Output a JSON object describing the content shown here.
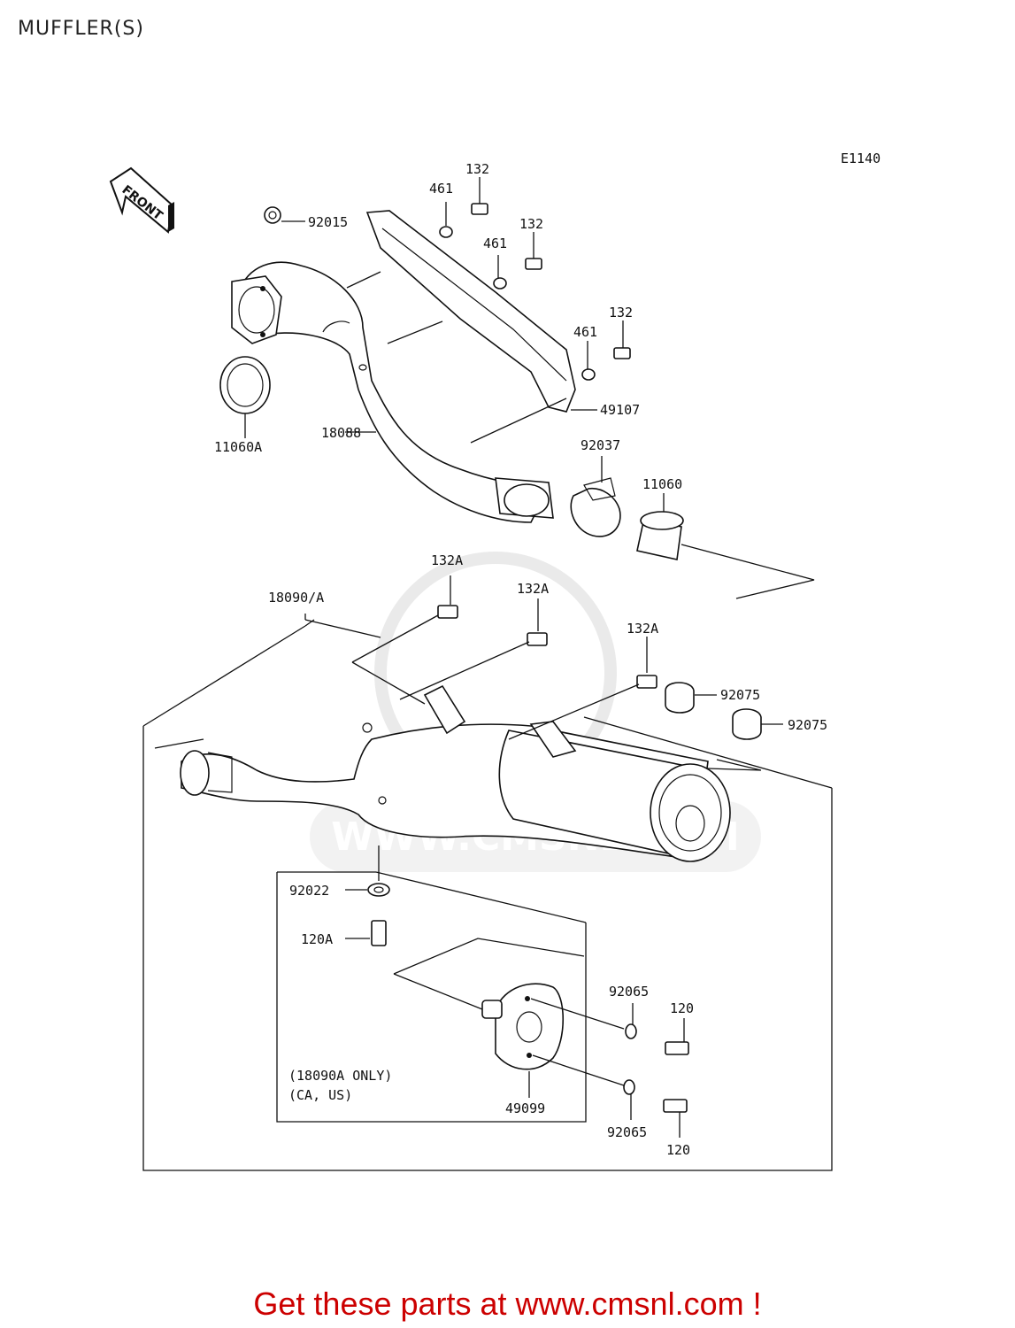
{
  "page": {
    "title": "MUFFLER(S)",
    "diagram_code": "E1140",
    "front_label": "FRONT",
    "footer": "Get these parts at www.cmsnl.com !",
    "watermark": "WWW.CMSNL.COM"
  },
  "parts": {
    "p92015": "92015",
    "p461a": "461",
    "p132a": "132",
    "p132b": "132",
    "p461b": "461",
    "p132c": "132",
    "p461c": "461",
    "p49107": "49107",
    "p11060A": "11060A",
    "p18088": "18088",
    "p92037": "92037",
    "p11060": "11060",
    "p132Aa": "132A",
    "p132Ab": "132A",
    "p132Ac": "132A",
    "p18090": "18090/A",
    "p92075a": "92075",
    "p92075b": "92075",
    "p92022": "92022",
    "p120A": "120A",
    "p92065a": "92065",
    "p120a": "120",
    "p49099": "49099",
    "p92065b": "92065",
    "p120b": "120"
  },
  "notes": {
    "only_line1": "(18090A ONLY)",
    "only_line2": "(CA, US)"
  }
}
